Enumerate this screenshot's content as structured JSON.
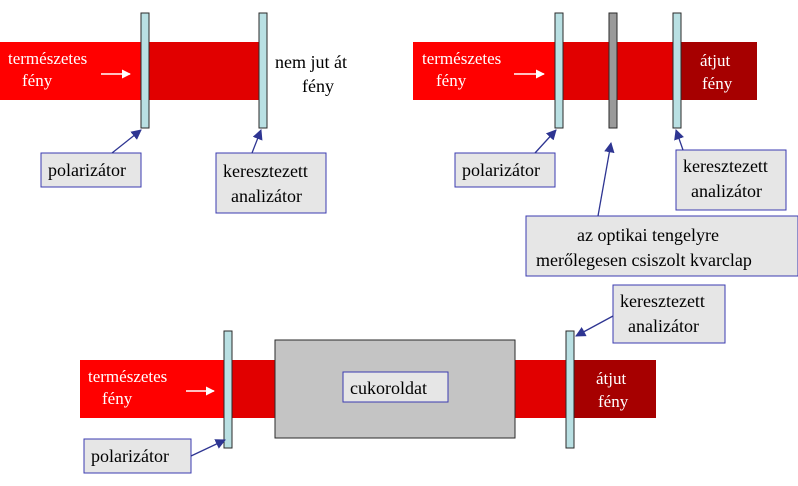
{
  "colors": {
    "beam_light": "#ff0000",
    "beam_mid": "#e10000",
    "beam_dark": "#a60000",
    "plate_fill": "#b9e0e3",
    "plate_stroke": "#2a2a2a",
    "quartz_fill": "#9a9a9a",
    "label_fill": "#e6e6e6",
    "label_stroke": "#3b3bb0",
    "arrow": "#2e3592",
    "sugar_fill": "#c4c4c4"
  },
  "top_left": {
    "natural_light": [
      "természetes",
      "fény"
    ],
    "polarizer": "polarizátor",
    "analyzer": [
      "keresztezett",
      "analizátor"
    ],
    "no_light": [
      "nem jut át",
      "fény"
    ]
  },
  "top_right": {
    "natural_light": [
      "természetes",
      "fény"
    ],
    "polarizer": "polarizátor",
    "analyzer": [
      "keresztezett",
      "analizátor"
    ],
    "passes": [
      "átjut",
      "fény"
    ],
    "quartz": [
      "az optikai tengelyre",
      "merőlegesen csiszolt kvarclap"
    ]
  },
  "bottom": {
    "natural_light": [
      "természetes",
      "fény"
    ],
    "polarizer": "polarizátor",
    "analyzer": [
      "keresztezett",
      "analizátor"
    ],
    "passes": [
      "átjut",
      "fény"
    ],
    "sugar": "cukoroldat"
  }
}
